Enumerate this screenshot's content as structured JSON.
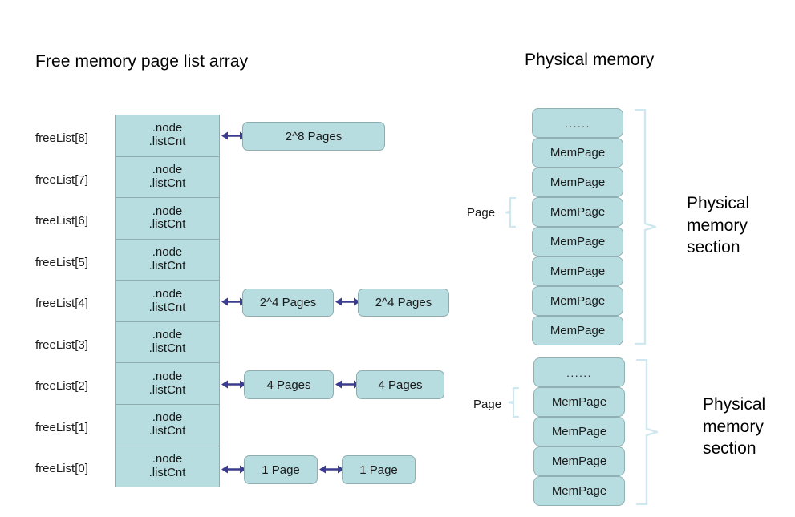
{
  "titles": {
    "left": "Free memory page list array",
    "right": "Physical memory"
  },
  "freelist": {
    "cells": [
      {
        "label": "freeList[8]",
        "line1": ".node",
        "line2": ".listCnt"
      },
      {
        "label": "freeList[7]",
        "line1": ".node",
        "line2": ".listCnt"
      },
      {
        "label": "freeList[6]",
        "line1": ".node",
        "line2": ".listCnt"
      },
      {
        "label": "freeList[5]",
        "line1": ".node",
        "line2": ".listCnt"
      },
      {
        "label": "freeList[4]",
        "line1": ".node",
        "line2": ".listCnt"
      },
      {
        "label": "freeList[3]",
        "line1": ".node",
        "line2": ".listCnt"
      },
      {
        "label": "freeList[2]",
        "line1": ".node",
        "line2": ".listCnt"
      },
      {
        "label": "freeList[1]",
        "line1": ".node",
        "line2": ".listCnt"
      },
      {
        "label": "freeList[0]",
        "line1": ".node",
        "line2": ".listCnt"
      }
    ]
  },
  "chains": {
    "row8": [
      "2^8 Pages"
    ],
    "row4": [
      "2^4 Pages",
      "2^4 Pages"
    ],
    "row2": [
      "4 Pages",
      "4 Pages"
    ],
    "row0": [
      "1 Page",
      "1 Page"
    ]
  },
  "physical_memory": {
    "dots": "......",
    "page_label": "Page",
    "section_label": [
      "Physical",
      "memory",
      "section"
    ],
    "block_top": {
      "items": [
        "......",
        "MemPage",
        "MemPage",
        "MemPage",
        "MemPage",
        "MemPage",
        "MemPage",
        "MemPage"
      ]
    },
    "block_bottom": {
      "items": [
        "......",
        "MemPage",
        "MemPage",
        "MemPage",
        "MemPage"
      ]
    }
  },
  "colors": {
    "box_fill": "#b7dde0",
    "box_border": "#8fadaf",
    "arrow": "#3b3b8f",
    "brace": "#cfe7ee",
    "text": "#1a1a1a",
    "background": "#ffffff"
  }
}
